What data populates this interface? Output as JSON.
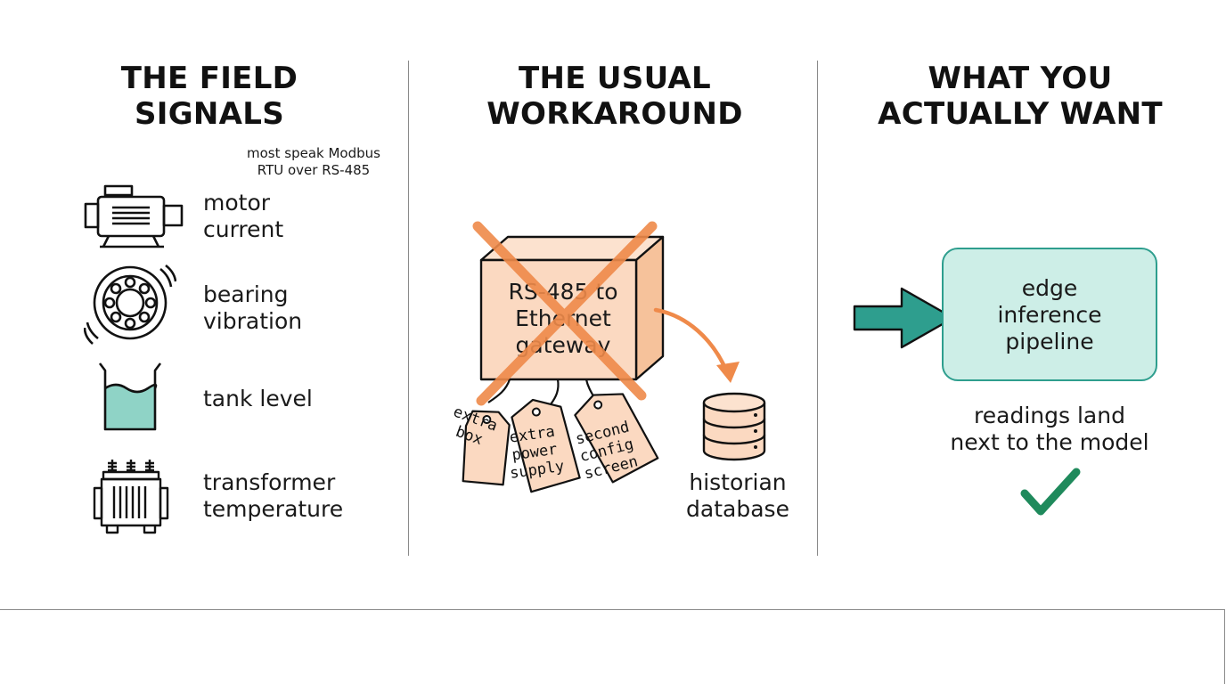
{
  "columns": [
    {
      "heading_line1": "THE FIELD",
      "heading_line2": "SIGNALS"
    },
    {
      "heading_line1": "THE USUAL",
      "heading_line2": "WORKAROUND"
    },
    {
      "heading_line1": "WHAT YOU",
      "heading_line2": "ACTUALLY WANT"
    }
  ],
  "field": {
    "note_line1": "most speak Modbus",
    "note_line2": "RTU over RS-485",
    "signals": [
      {
        "icon": "motor-icon",
        "line1": "motor",
        "line2": "current"
      },
      {
        "icon": "bearing-icon",
        "line1": "bearing",
        "line2": "vibration"
      },
      {
        "icon": "tank-icon",
        "line1": "tank level",
        "line2": ""
      },
      {
        "icon": "transformer-icon",
        "line1": "transformer",
        "line2": "temperature"
      }
    ]
  },
  "workaround": {
    "gateway": [
      "RS-485 to",
      "Ethernet",
      "gateway"
    ],
    "tags": [
      [
        "extra",
        "box"
      ],
      [
        "extra",
        "power",
        "supply"
      ],
      [
        "second",
        "config",
        "screen"
      ]
    ],
    "historian_line1": "historian",
    "historian_line2": "database"
  },
  "want": {
    "pipeline": [
      "edge",
      "inference",
      "pipeline"
    ],
    "caption_line1": "readings land",
    "caption_line2": "next to the model"
  },
  "colors": {
    "accent_orange": "#ef8a4a",
    "box_fill": "#fbd9c1",
    "teal": "#2e9e8e",
    "teal_fill": "#cdeee7",
    "check_green": "#1f8a5c"
  }
}
